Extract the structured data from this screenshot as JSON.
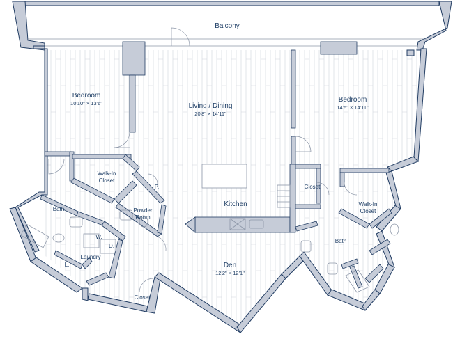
{
  "colors": {
    "wall": "#c6ccd8",
    "wall_stroke": "#223d63",
    "floor_line": "#cfd3db",
    "fixture": "#8d97a8",
    "text": "#1f3f66"
  },
  "rooms": {
    "balcony": {
      "name": "Balcony"
    },
    "bedroom_left": {
      "name": "Bedroom",
      "dims": "10'10\" × 13'6\""
    },
    "living_dining": {
      "name": "Living / Dining",
      "dims": "20'8\" × 14'11\""
    },
    "bedroom_right": {
      "name": "Bedroom",
      "dims": "14'5\" × 14'11\""
    },
    "walkin_left": {
      "name": "Walk-In\nCloset",
      "line1": "Walk-In",
      "line2": "Closet"
    },
    "closet_mid": {
      "name": "Closet"
    },
    "pantry": {
      "name": "P."
    },
    "powder_room": {
      "line1": "Powder",
      "line2": "Room"
    },
    "kitchen": {
      "name": "Kitchen"
    },
    "walkin_right": {
      "line1": "Walk-In",
      "line2": "Closet"
    },
    "bath_left": {
      "name": "Bath"
    },
    "washer": {
      "name": "W."
    },
    "dryer": {
      "name": "D."
    },
    "laundry": {
      "name": "Laundry"
    },
    "linen": {
      "name": "L."
    },
    "den": {
      "name": "Den",
      "dims": "12'2\" × 12'1\""
    },
    "bath_right": {
      "name": "Bath"
    },
    "closet_bottom": {
      "name": "Closet"
    }
  }
}
